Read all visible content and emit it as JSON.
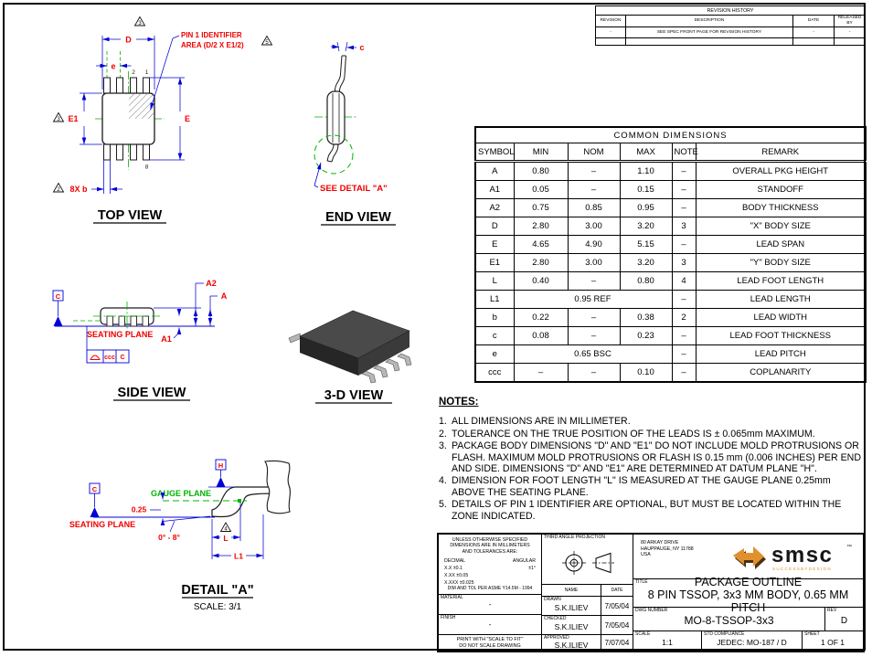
{
  "revision_table": {
    "title": "REVISION HISTORY",
    "headers": [
      "REVISION",
      "DESCRIPTION",
      "DATE",
      "RELEASED BY"
    ],
    "row": {
      "revision": "-",
      "description": "SEE SPEC FRONT PAGE FOR REVISION HISTORY",
      "date": "-",
      "released_by": "-"
    }
  },
  "dimensions_table": {
    "title": "COMMON DIMENSIONS",
    "headers": [
      "SYMBOL",
      "MIN",
      "NOM",
      "MAX",
      "NOTE",
      "REMARK"
    ],
    "rows": [
      {
        "symbol": "A",
        "min": "0.80",
        "nom": "–",
        "max": "1.10",
        "note": "–",
        "remark": "OVERALL  PKG  HEIGHT"
      },
      {
        "symbol": "A1",
        "min": "0.05",
        "nom": "–",
        "max": "0.15",
        "note": "–",
        "remark": "STANDOFF"
      },
      {
        "symbol": "A2",
        "min": "0.75",
        "nom": "0.85",
        "max": "0.95",
        "note": "–",
        "remark": "BODY  THICKNESS"
      },
      {
        "symbol": "D",
        "min": "2.80",
        "nom": "3.00",
        "max": "3.20",
        "note": "3",
        "remark": "\"X\"  BODY  SIZE"
      },
      {
        "symbol": "E",
        "min": "4.65",
        "nom": "4.90",
        "max": "5.15",
        "note": "–",
        "remark": "LEAD  SPAN"
      },
      {
        "symbol": "E1",
        "min": "2.80",
        "nom": "3.00",
        "max": "3.20",
        "note": "3",
        "remark": "\"Y\"  BODY  SIZE"
      },
      {
        "symbol": "L",
        "min": "0.40",
        "nom": "–",
        "max": "0.80",
        "note": "4",
        "remark": "LEAD  FOOT  LENGTH"
      },
      {
        "symbol": "L1",
        "span": "0.95  REF",
        "note": "–",
        "remark": "LEAD  LENGTH"
      },
      {
        "symbol": "b",
        "min": "0.22",
        "nom": "–",
        "max": "0.38",
        "note": "2",
        "remark": "LEAD  WIDTH"
      },
      {
        "symbol": "c",
        "min": "0.08",
        "nom": "–",
        "max": "0.23",
        "note": "–",
        "remark": "LEAD  FOOT  THICKNESS"
      },
      {
        "symbol": "e",
        "span": "0.65  BSC",
        "note": "–",
        "remark": "LEAD  PITCH"
      },
      {
        "symbol": "ccc",
        "min": "–",
        "nom": "–",
        "max": "0.10",
        "note": "–",
        "remark": "COPLANARITY"
      }
    ]
  },
  "notes": {
    "title": "NOTES:",
    "items": [
      {
        "num": "1.",
        "text": "ALL DIMENSIONS ARE IN MILLIMETER."
      },
      {
        "num": "2.",
        "text": "TOLERANCE ON THE TRUE POSITION OF THE LEADS IS ± 0.065mm MAXIMUM."
      },
      {
        "num": "3.",
        "text": "PACKAGE BODY DIMENSIONS \"D\" AND \"E1\" DO NOT INCLUDE MOLD PROTRUSIONS OR FLASH. MAXIMUM MOLD PROTRUSIONS OR FLASH IS 0.15 mm (0.006 INCHES) PER END AND SIDE. DIMENSIONS \"D\" AND \"E1\" ARE DETERMINED AT DATUM PLANE \"H\"."
      },
      {
        "num": "4.",
        "text": "DIMENSION FOR FOOT LENGTH \"L\" IS MEASURED AT THE GAUGE PLANE 0.25mm ABOVE THE SEATING PLANE."
      },
      {
        "num": "5.",
        "text": "DETAILS OF PIN 1 IDENTIFIER ARE OPTIONAL, BUT MUST BE LOCATED WITHIN THE ZONE INDICATED."
      }
    ]
  },
  "views": {
    "top_view": {
      "title": "TOP VIEW",
      "pin1_note_line1": "PIN 1 IDENTIFIER",
      "pin1_note_line2": "AREA (D/2 X E1/2)",
      "dim_d": "D",
      "dim_e_pitch": "e",
      "dim_e1": "E1",
      "dim_e_span": "E",
      "dim_b": "8X b",
      "pin_2": "2",
      "pin_1": "1",
      "pin_8": "8",
      "flag_3": "3",
      "flag_5": "5",
      "flag_2": "2"
    },
    "end_view": {
      "title": "END VIEW",
      "dim_c": "c",
      "see_detail": "SEE DETAIL \"A\""
    },
    "side_view": {
      "title": "SIDE VIEW",
      "seating_plane": "SEATING PLANE",
      "dim_a": "A",
      "dim_a1": "A1",
      "dim_a2": "A2",
      "datum_c": "C",
      "fcf_ccc": "ccc",
      "fcf_c": "C"
    },
    "three_d_view": {
      "title": "3-D VIEW"
    },
    "detail_a": {
      "title": "DETAIL \"A\"",
      "scale": "SCALE: 3/1",
      "gauge_plane": "GAUGE PLANE",
      "seating_plane": "SEATING PLANE",
      "dim_025": "0.25",
      "dim_angle": "0° - 8°",
      "dim_l": "L",
      "dim_l1": "L1",
      "datum_c": "C",
      "datum_h": "H",
      "flag_4": "4"
    }
  },
  "title_block": {
    "tolerance": {
      "line1": "UNLESS OTHERWISE SPECIFIED",
      "line2": "DIMENSIONS ARE IN MILLIMETERS",
      "line3": "AND TOLERANCES ARE:",
      "decimal_label": "DECIMAL",
      "angular_label": "ANGULAR",
      "row1": "X.X      ±0.1",
      "row2": "X.XX    ±0.05",
      "row3": "X.XXX  ±0.025",
      "angular_value": "±1°",
      "standard": "DIM AND TOL PER ASME Y14.5M - 1994"
    },
    "material_label": "MATERIAL",
    "material_value": "-",
    "finish_label": "FINISH",
    "finish_value": "-",
    "print_note_line1": "PRINT WITH \"SCALE TO FIT\"",
    "print_note_line2": "DO NOT SCALE DRAWING",
    "projection_label": "THIRD ANGLE PROJECTION",
    "name_label": "NAME",
    "date_label": "DATE",
    "signoff": [
      {
        "role": "DRAWN",
        "name": "S.K.ILIEV",
        "date": "7/05/04"
      },
      {
        "role": "CHECKED",
        "name": "S.K.ILIEV",
        "date": "7/05/04"
      },
      {
        "role": "APPROVED",
        "name": "S.K.ILIEV",
        "date": "7/07/04"
      }
    ],
    "company": {
      "address_line1": "80 ARKAY DRIVE",
      "address_line2": "HAUPPAUGE, NY 11788",
      "address_line3": "USA",
      "logo_text": "smsc",
      "logo_tm": "™",
      "logo_tagline": "S U C C E S S   B Y   D E S I G N"
    },
    "title_label": "TITLE",
    "title_line1": "PACKAGE OUTLINE",
    "title_line2": "8 PIN TSSOP, 3x3 MM BODY, 0.65 MM PITCH",
    "dwg_label": "DWG NUMBER",
    "dwg_number": "MO-8-TSSOP-3x3",
    "rev_label": "REV",
    "rev": "D",
    "scale_label": "SCALE",
    "scale": "1:1",
    "std_label": "STD COMPLIANCE",
    "std": "JEDEC: MO-187 / D",
    "sheet_label": "SHEET",
    "sheet": "1 OF 1"
  }
}
